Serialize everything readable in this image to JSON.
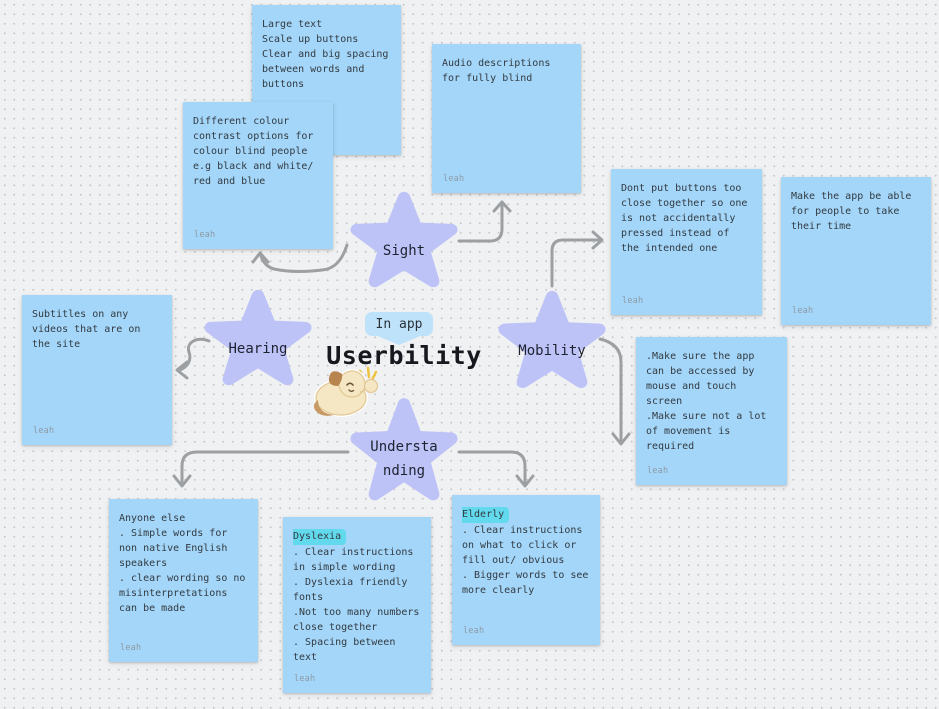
{
  "board": {
    "title": "Userbility",
    "center_tag": "In app"
  },
  "colors": {
    "background": "#f0f1f2",
    "note_blue": "#a3d6f8",
    "tag_blue": "#bfe2fb",
    "star_purple": "#bdc2f7",
    "highlight_cyan": "#62d9ec",
    "arrow_gray": "#9da0a3",
    "text_dark": "#333a42",
    "author_gray": "#8f9aa6"
  },
  "icons": {
    "sticker": "cheering-hamster-sticker"
  },
  "stars": [
    {
      "label": "Sight"
    },
    {
      "label": "Hearing"
    },
    {
      "label": "Mobility"
    },
    {
      "label": "Understa\nnding"
    }
  ],
  "notes": [
    {
      "text": "Large text\nScale up buttons\nClear and big spacing\nbetween words and\nbuttons",
      "author": ""
    },
    {
      "text": "Different colour\ncontrast options for\ncolour blind people\ne.g black and white/\nred and blue",
      "author": "leah"
    },
    {
      "text": "Audio descriptions\nfor fully blind",
      "author": "leah"
    },
    {
      "text": "Dont put buttons too\nclose together so one\nis not accidentally\npressed instead of\nthe intended one",
      "author": "leah"
    },
    {
      "text": "Make the app be able\nfor people to take\ntheir time",
      "author": "leah"
    },
    {
      "text": "Subtitles on any\nvideos that are on\nthe site",
      "author": "leah"
    },
    {
      "text": ".Make sure the app\ncan be accessed by\nmouse and touch\nscreen\n.Make sure not a lot\nof movement is\nrequired",
      "author": "leah"
    },
    {
      "text": "Anyone else\n. Simple words for\nnon native English\nspeakers\n. clear wording so no\nmisinterpretations\ncan be made",
      "author": "leah"
    },
    {
      "highlight": "Dyslexia",
      "text": "\n. Clear instructions\nin simple wording\n. Dyslexia friendly\nfonts\n.Not too many numbers\nclose together\n. Spacing between\ntext",
      "author": "leah"
    },
    {
      "highlight": "Elderly",
      "text": "\n. Clear instructions\non what to click or\nfill out/ obvious\n. Bigger words to see\nmore clearly",
      "author": "leah"
    }
  ]
}
